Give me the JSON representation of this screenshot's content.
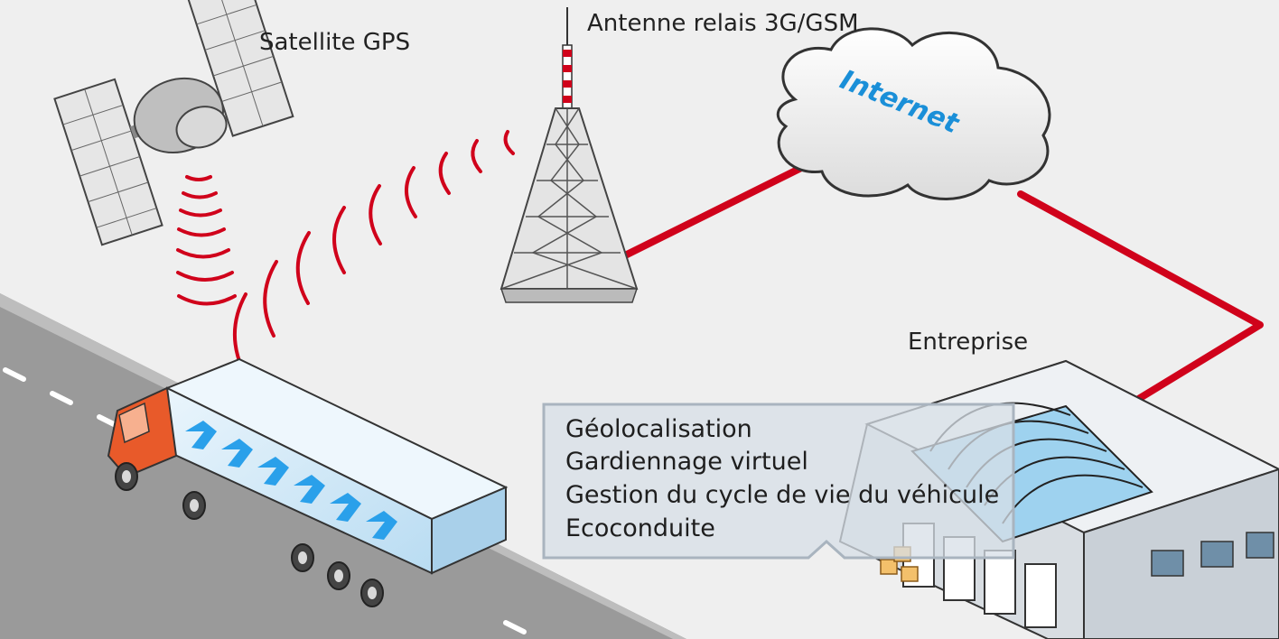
{
  "labels": {
    "satellite": "Satellite GPS",
    "antenna": "Antenne relais 3G/GSM",
    "internet": "Internet",
    "company": "Entreprise"
  },
  "services": [
    "Géolocalisation",
    "Gardiennage virtuel",
    "Gestion du cycle de vie du véhicule",
    "Ecoconduite"
  ],
  "colors": {
    "background": "#efefef",
    "road": "#9a9a9a",
    "link": "#d0021b",
    "signal": "#d0021b",
    "internet_text": "#1a8fd8",
    "truck_cab": "#e85a2a",
    "truck_trailer": "#cfe7f7",
    "arrows": "#2aa0ea"
  }
}
